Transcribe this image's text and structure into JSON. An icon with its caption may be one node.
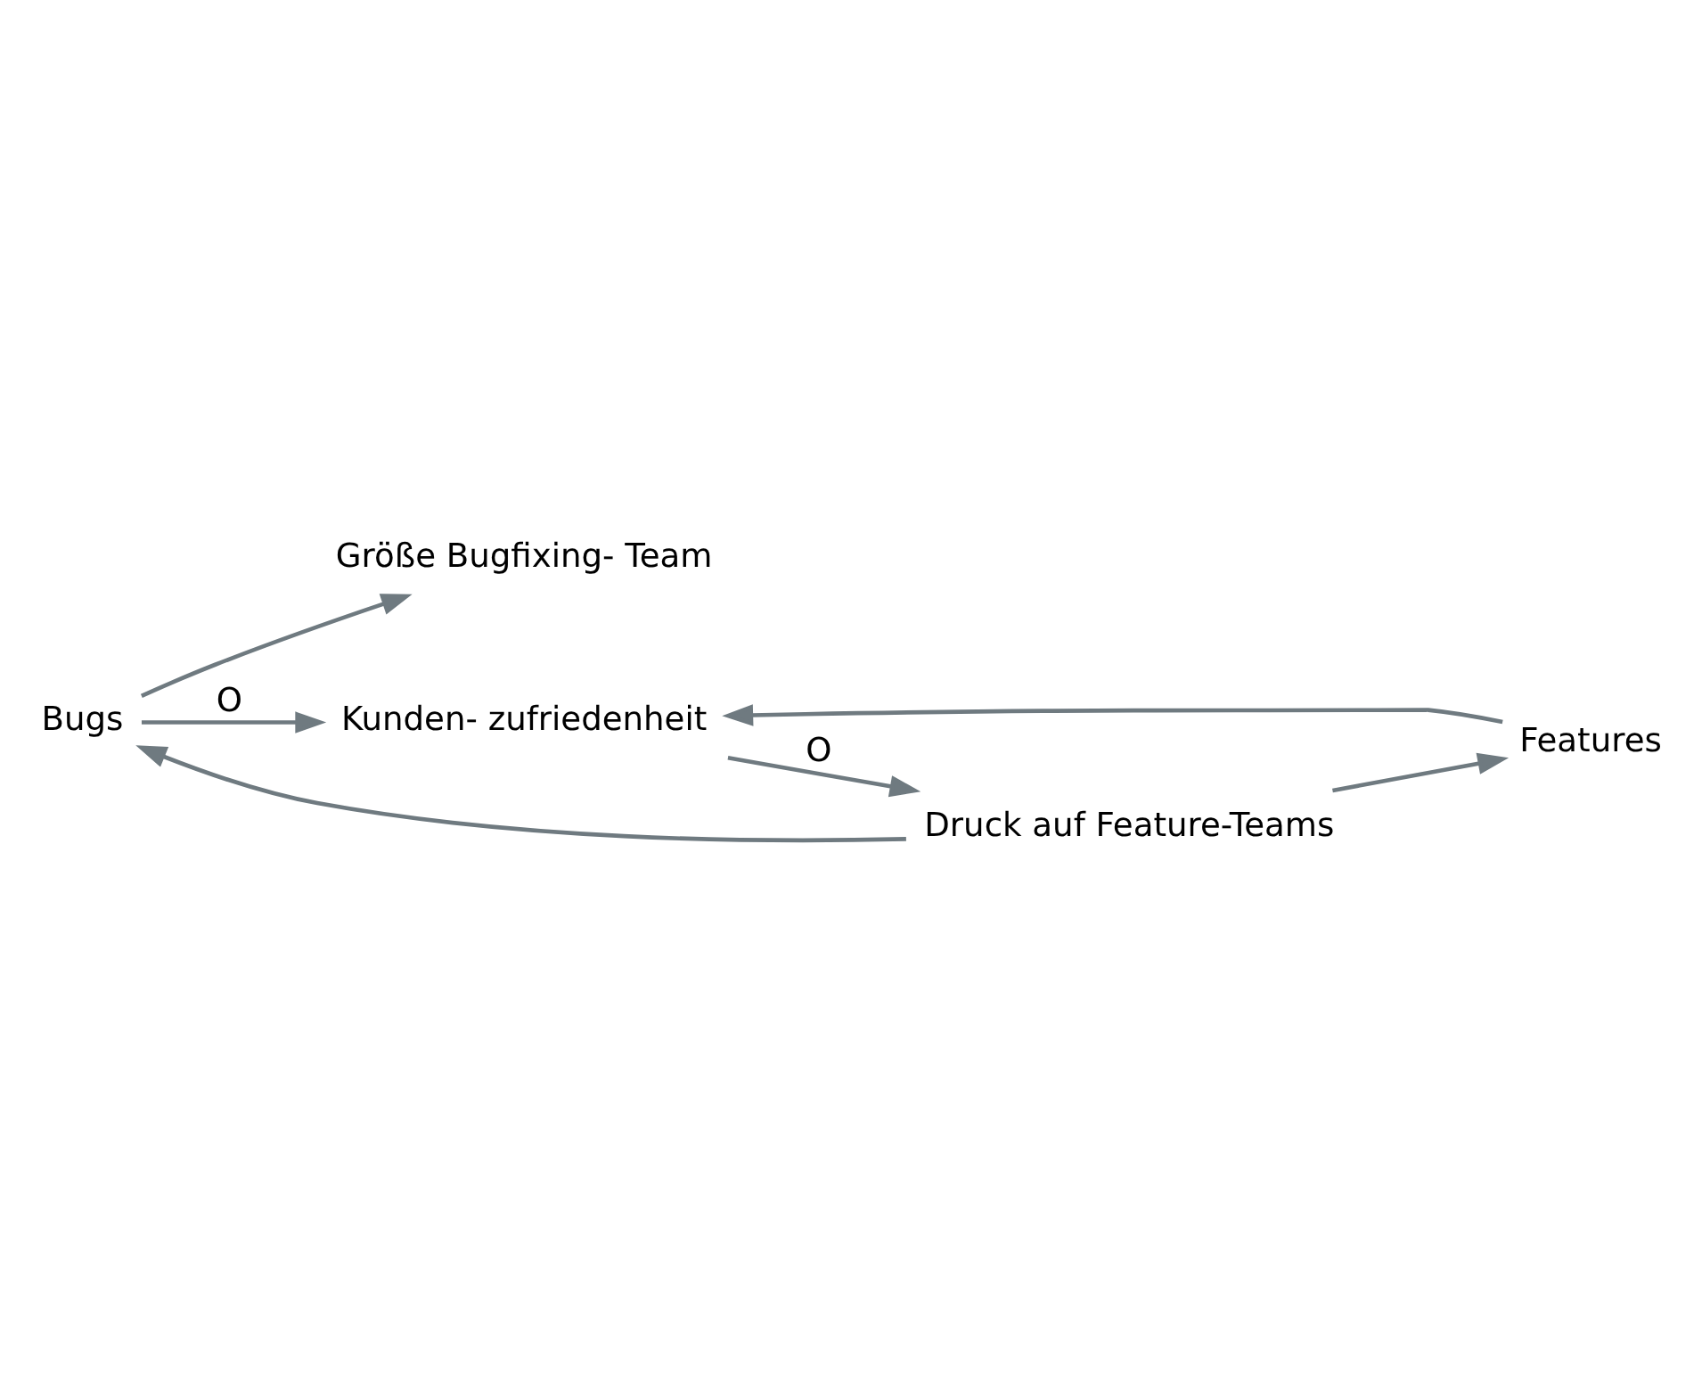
{
  "diagram": {
    "nodes": [
      {
        "text": [
          "Größe Bugfixing- Team"
        ]
      },
      {
        "text": [
          "Bugs"
        ]
      },
      {
        "text": [
          "Druck auf Feature-Teams"
        ]
      },
      {
        "text": [
          "Kunden- zufriedenheit"
        ]
      },
      {
        "text": [
          "Features"
        ]
      }
    ],
    "edges": [
      {
        "from": 1,
        "to": 0,
        "arrow": "to"
      },
      {
        "from": 2,
        "to": 1,
        "arrow": "to"
      },
      {
        "from": 1,
        "to": 3,
        "arrow": "to",
        "label": "O"
      },
      {
        "from": 2,
        "to": 4,
        "arrow": "to"
      },
      {
        "from": 4,
        "to": 3,
        "arrow": "to"
      },
      {
        "from": 3,
        "to": 2,
        "arrow": "to",
        "label": "O"
      }
    ]
  }
}
